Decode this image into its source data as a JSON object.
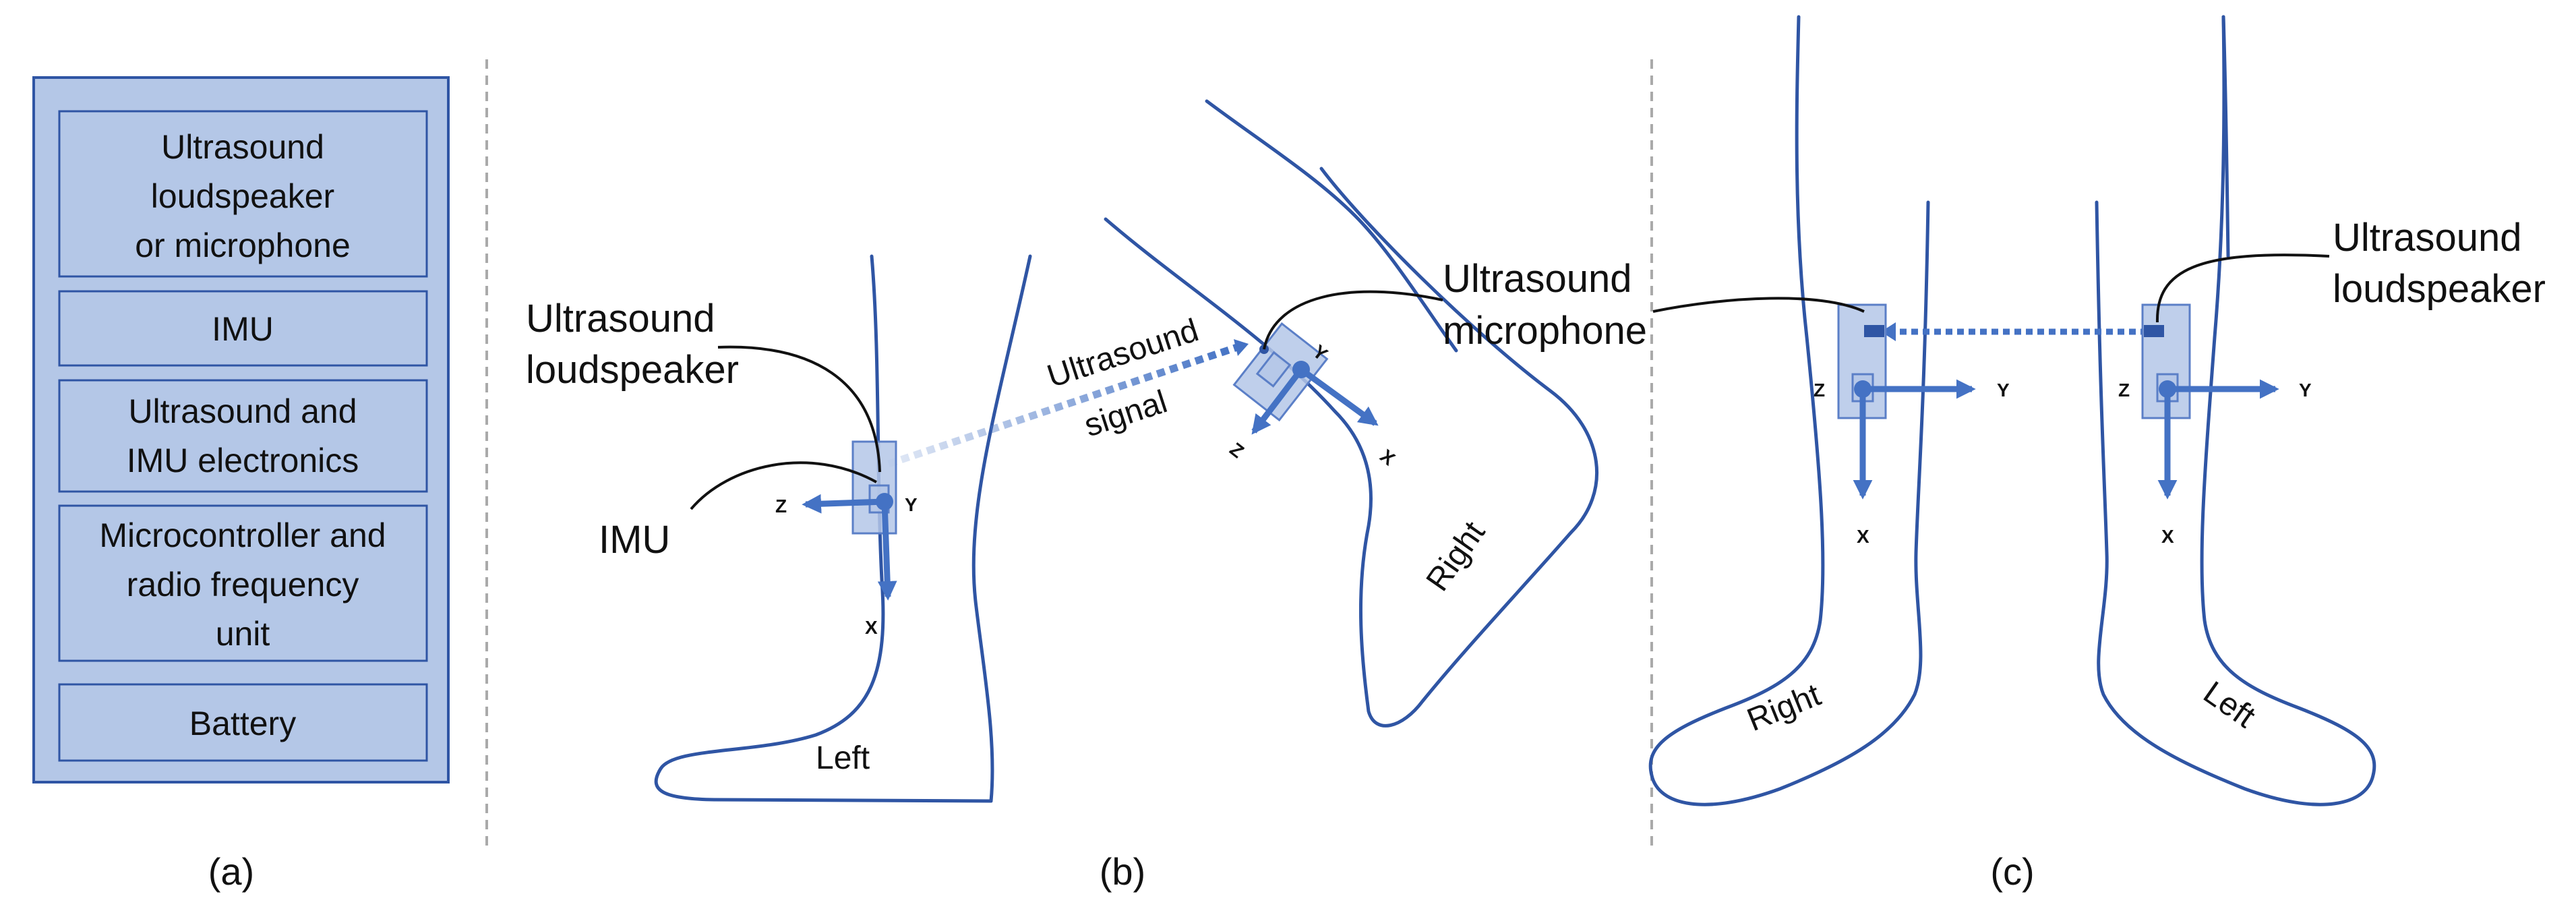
{
  "colors": {
    "block_fill": "#b4c7e7",
    "block_stroke": "#2f55a4",
    "leg_outline": "#2f55a4",
    "arrow": "#4472c4"
  },
  "panel_a": {
    "caption": "(a)",
    "blocks": [
      [
        "Ultrasound",
        "loudspeaker",
        "or microphone"
      ],
      [
        "IMU"
      ],
      [
        "Ultrasound and",
        "IMU electronics"
      ],
      [
        "Microcontroller and",
        "radio frequency",
        "unit"
      ],
      [
        "Battery"
      ]
    ]
  },
  "panel_b": {
    "caption": "(b)",
    "loudspeaker_label": [
      "Ultrasound",
      "loudspeaker"
    ],
    "imu_label": "IMU",
    "microphone_label": [
      "Ultrasound",
      "microphone"
    ],
    "signal_label": [
      "Ultrasound",
      "signal"
    ],
    "left_leg": "Left",
    "right_leg": "Right",
    "axes": {
      "z": "Z",
      "y": "Y",
      "x": "X"
    }
  },
  "panel_c": {
    "caption": "(c)",
    "loudspeaker_label": [
      "Ultrasound",
      "loudspeaker"
    ],
    "right_leg": "Right",
    "left_leg": "Left",
    "axes": {
      "z": "Z",
      "y": "Y",
      "x": "X"
    }
  }
}
